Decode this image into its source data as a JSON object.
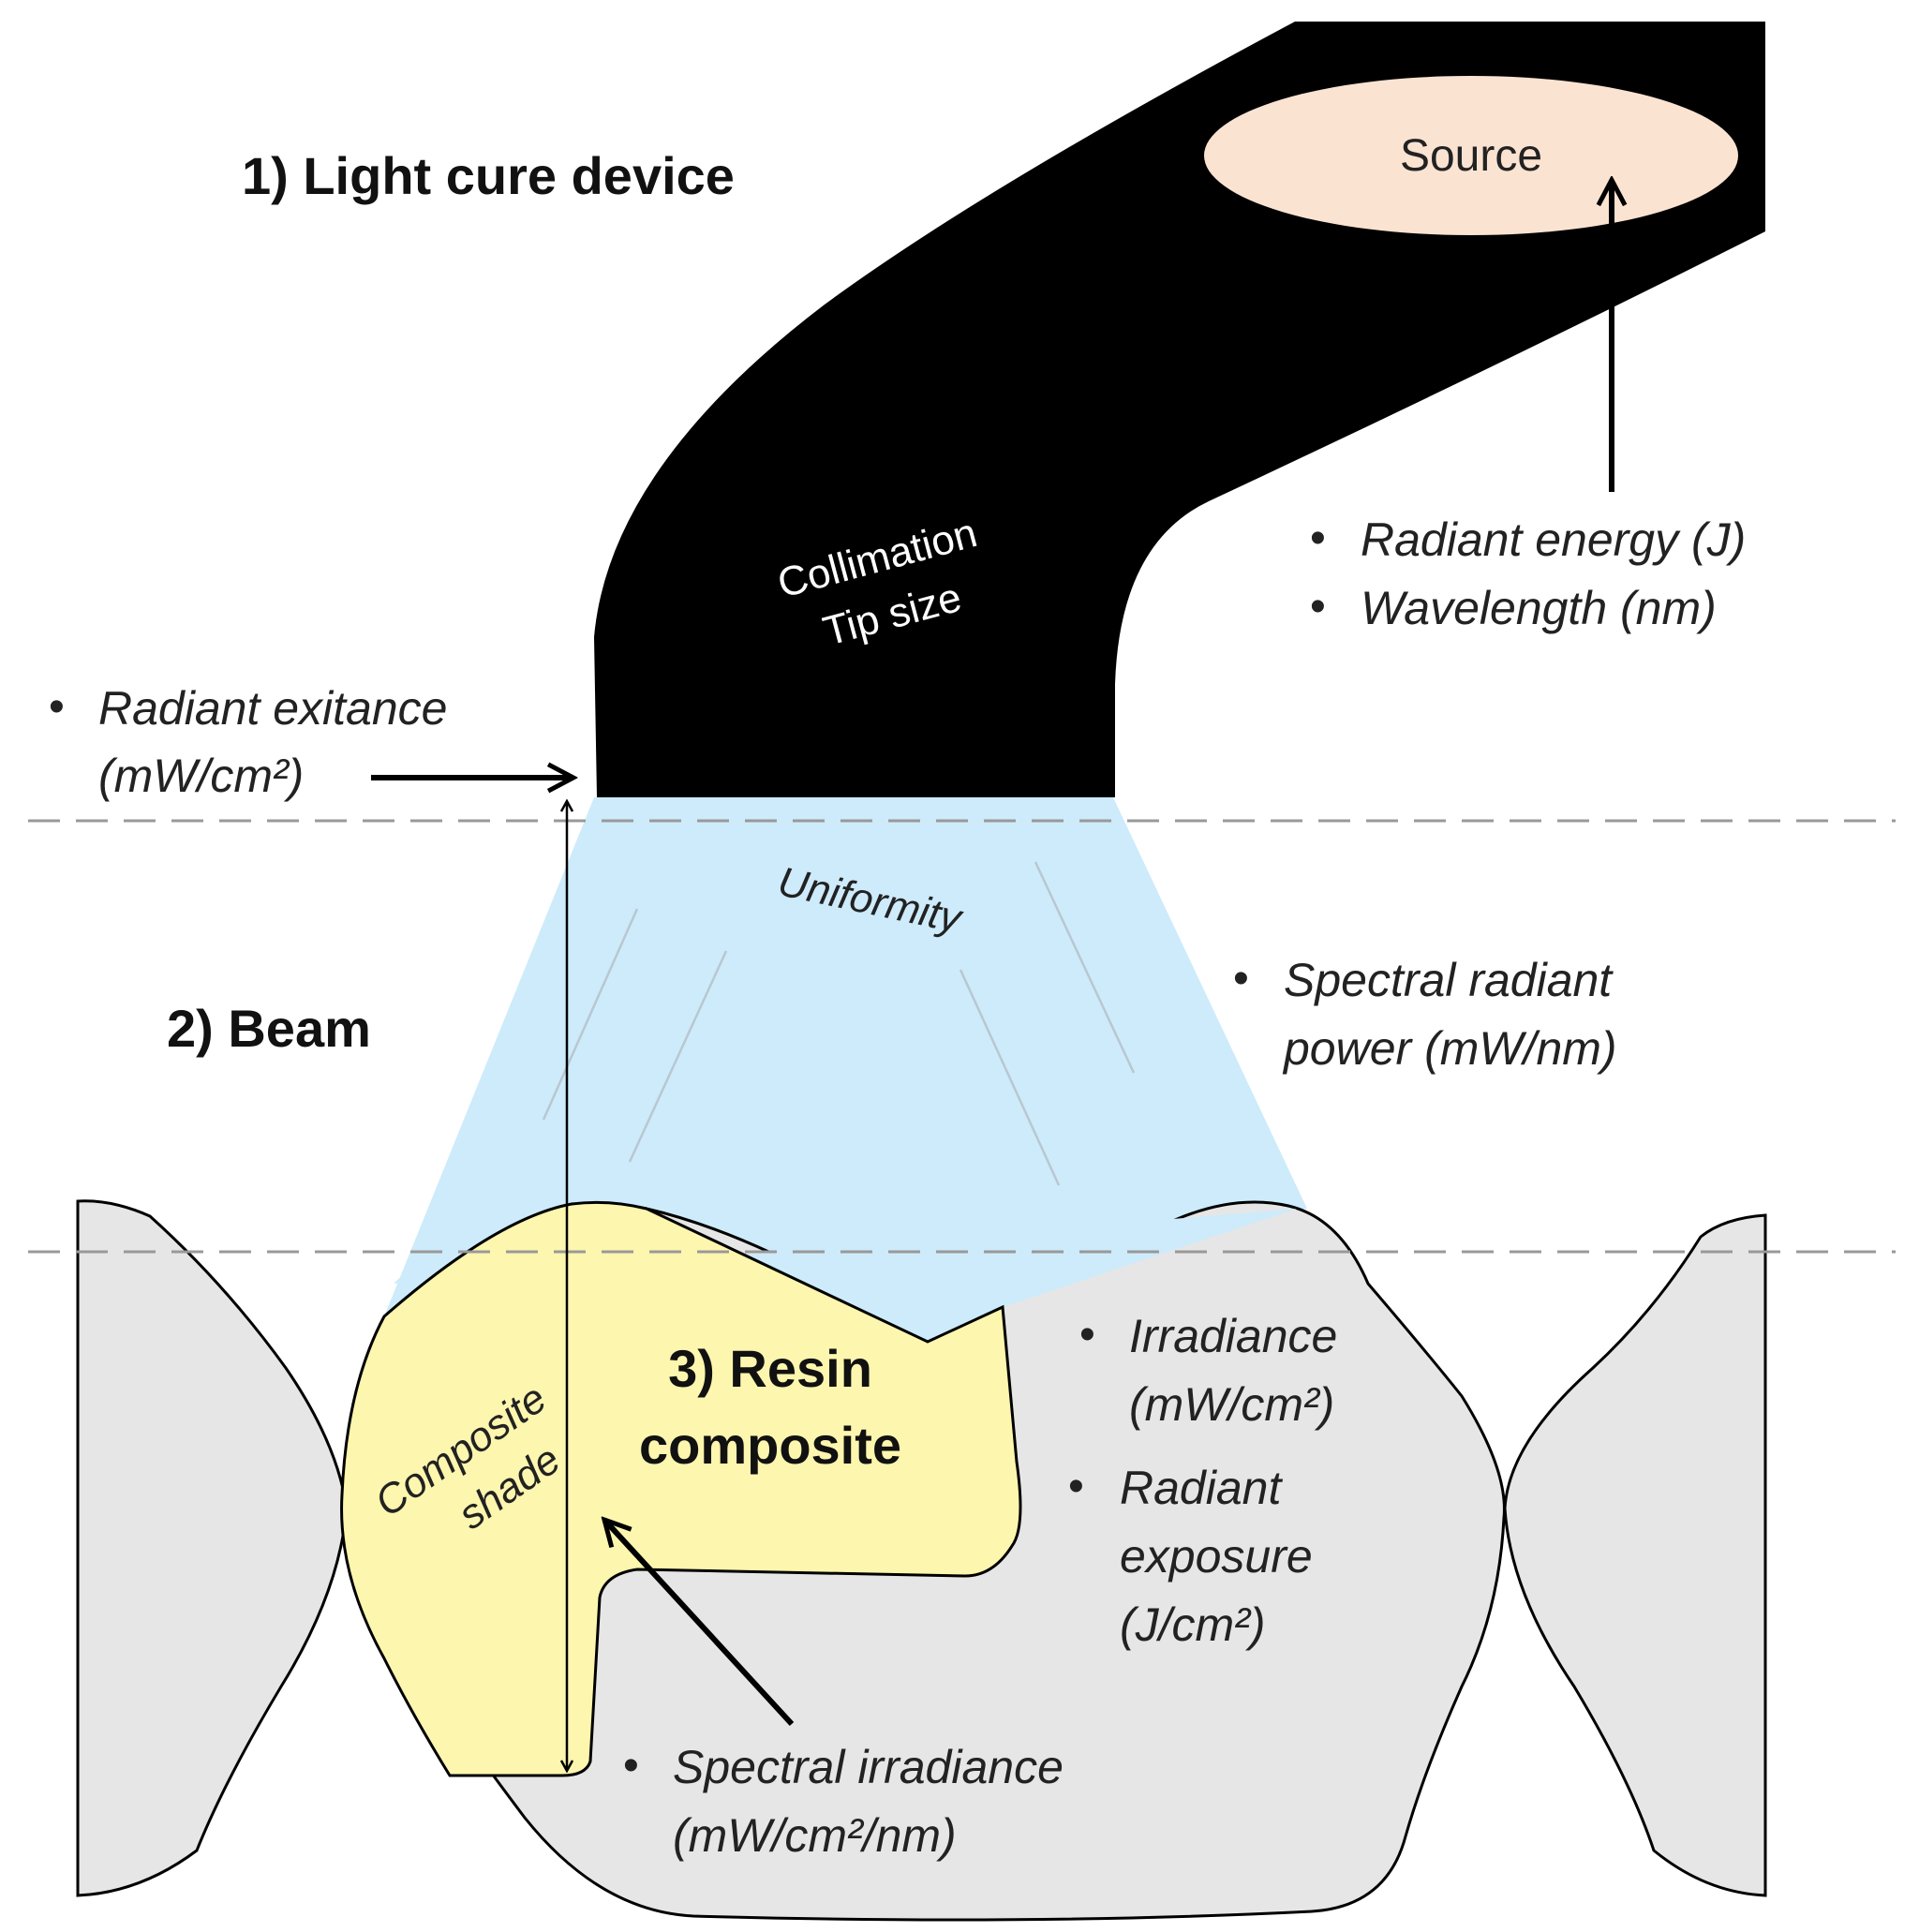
{
  "sections": {
    "device": {
      "title": "1) Light cure device",
      "source": "Source",
      "collimation": "Collimation",
      "tip_size": "Tip size"
    },
    "beam": {
      "title": "2) Beam",
      "uniformity": "Uniformity"
    },
    "resin": {
      "title_line1": "3) Resin",
      "title_line2": "composite",
      "composite": "Composite",
      "shade": "shade"
    }
  },
  "bullets": {
    "radiant_energy": "Radiant energy (J)",
    "wavelength": "Wavelength (nm)",
    "radiant_exitance_1": "Radiant exitance",
    "radiant_exitance_2": "(mW/cm²)",
    "spectral_power_1": "Spectral radiant",
    "spectral_power_2": "power (mW/nm)",
    "irradiance_1": "Irradiance",
    "irradiance_2": "(mW/cm²)",
    "radiant_exposure_1": "Radiant",
    "radiant_exposure_2": "exposure",
    "radiant_exposure_3": "(J/cm²)",
    "spectral_irradiance_1": "Spectral irradiance",
    "spectral_irradiance_2": "(mW/cm²/nm)",
    "bullet_glyph": "•"
  },
  "colors": {
    "device": "#000000",
    "source": "#fbe3d2",
    "beam": "#cdebfb",
    "resin": "#fdf6ae",
    "tooth": "#e6e6e6",
    "dashed_line": "#999999"
  }
}
